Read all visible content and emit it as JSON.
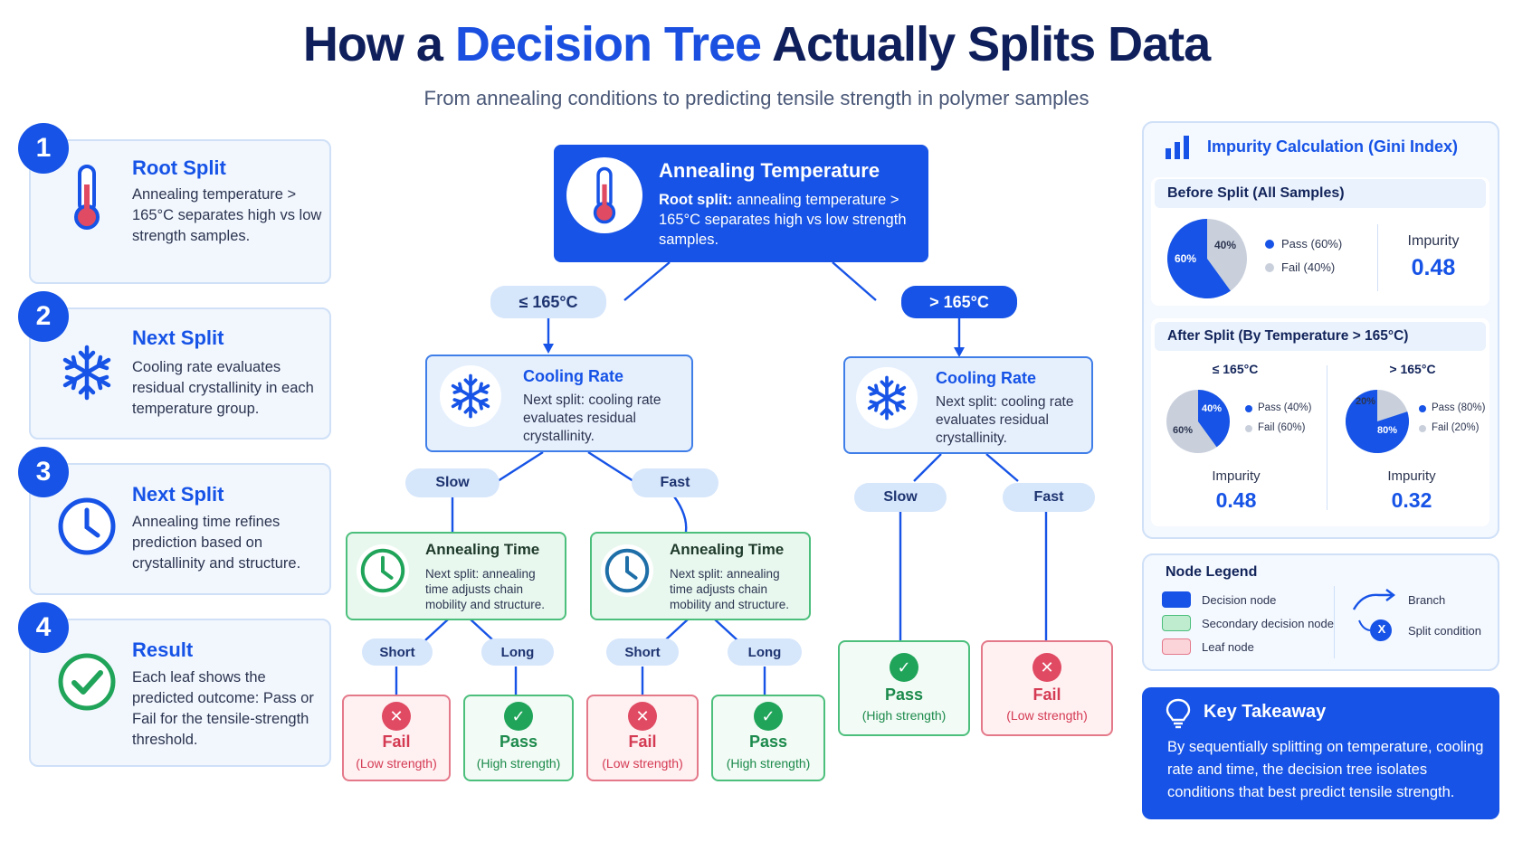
{
  "header": {
    "title_pre": "How a ",
    "title_accent": "Decision Tree",
    "title_post": " Actually  Splits Data",
    "subtitle": "From annealing conditions to predicting tensile strength in polymer samples"
  },
  "steps": [
    {
      "num": "1",
      "title": "Root Split",
      "text": "Annealing temperature > 165°C separates high vs low strength samples."
    },
    {
      "num": "2",
      "title": "Next Split",
      "text": "Cooling rate evaluates residual crystallinity in each temperature group."
    },
    {
      "num": "3",
      "title": "Next Split",
      "text": "Annealing time refines prediction based on crystallinity and structure."
    },
    {
      "num": "4",
      "title": "Result",
      "text": "Each leaf shows the predicted outcome: Pass or Fail for the tensile-strength threshold."
    }
  ],
  "tree": {
    "root": {
      "title": "Annealing Temperature",
      "text_bold": "Root split:",
      "text": " annealing temperature > 165°C separates high vs low strength samples."
    },
    "branch_low": "≤ 165°C",
    "branch_high": "> 165°C",
    "cooling_left": {
      "title": "Cooling Rate",
      "text": "Next split: cooling rate evaluates residual crystallinity."
    },
    "cooling_right": {
      "title": "Cooling Rate",
      "text": "Next split: cooling rate evaluates residual crystallinity."
    },
    "slow": "Slow",
    "fast": "Fast",
    "time_node": {
      "title": "Annealing Time",
      "text": "Next split: annealing time adjusts chain mobility and structure."
    },
    "short": "Short",
    "long": "Long",
    "fail": "Fail",
    "fail_sub": "(Low strength)",
    "pass": "Pass",
    "pass_sub": "(High strength)"
  },
  "impurity": {
    "title": "Impurity Calculation (Gini Index)",
    "before_title": "Before Split (All Samples)",
    "before_pass_pct": "60%",
    "before_fail_pct": "40%",
    "before_pass_legend": "Pass (60%)",
    "before_fail_legend": "Fail (40%)",
    "impurity_label": "Impurity",
    "before_value": "0.48",
    "after_title": "After Split (By Temperature > 165°C)",
    "left_header": "≤ 165°C",
    "right_header": "> 165°C",
    "left_pass_pct": "40%",
    "left_fail_pct": "60%",
    "left_pass_legend": "Pass (40%)",
    "left_fail_legend": "Fail (60%)",
    "left_value": "0.48",
    "right_pass_pct": "80%",
    "right_fail_pct": "20%",
    "right_pass_legend": "Pass (80%)",
    "right_fail_legend": "Fail (20%)",
    "right_value": "0.32",
    "pies": {
      "before_pass": 0.6,
      "left_pass": 0.4,
      "right_pass": 0.8
    }
  },
  "legend": {
    "title": "Node Legend",
    "decision": "Decision node",
    "secondary": "Secondary decision node",
    "leaf": "Leaf node",
    "branch": "Branch",
    "split_condition": "Split condition",
    "x_mark": "X"
  },
  "takeaway": {
    "title": "Key Takeaway",
    "text": "By sequentially splitting on temperature, cooling rate and time, the decision tree isolates conditions that best predict tensile strength."
  },
  "colors": {
    "primary": "#1653e6",
    "pass": "#20a45a",
    "fail": "#e04a62",
    "pie_grey": "#c9d0dc"
  }
}
